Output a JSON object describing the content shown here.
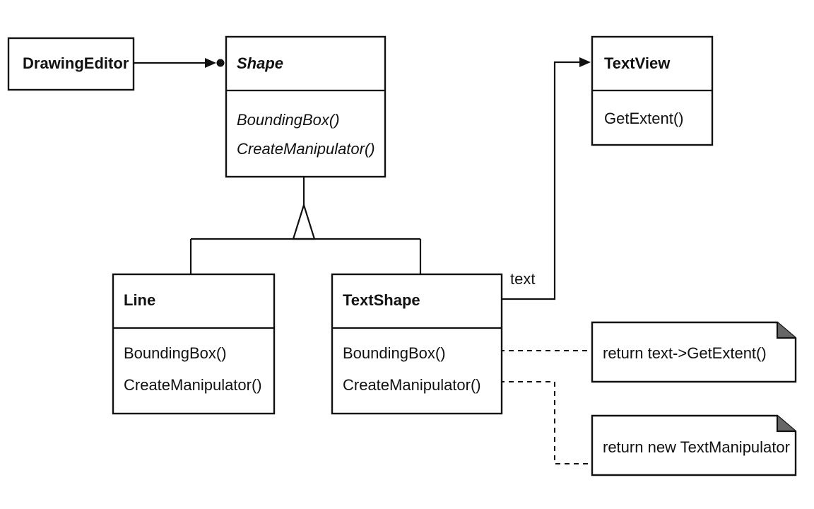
{
  "classes": {
    "drawing_editor": {
      "name": "DrawingEditor"
    },
    "shape": {
      "name": "Shape",
      "ops": [
        "BoundingBox()",
        "CreateManipulator()"
      ]
    },
    "text_view": {
      "name": "TextView",
      "ops": [
        "GetExtent()"
      ]
    },
    "line": {
      "name": "Line",
      "ops": [
        "BoundingBox()",
        "CreateManipulator()"
      ]
    },
    "text_shape": {
      "name": "TextShape",
      "ops": [
        "BoundingBox()",
        "CreateManipulator()"
      ]
    }
  },
  "associations": {
    "text_role": "text"
  },
  "notes": [
    "return text->GetExtent()",
    "return new TextManipulator"
  ]
}
